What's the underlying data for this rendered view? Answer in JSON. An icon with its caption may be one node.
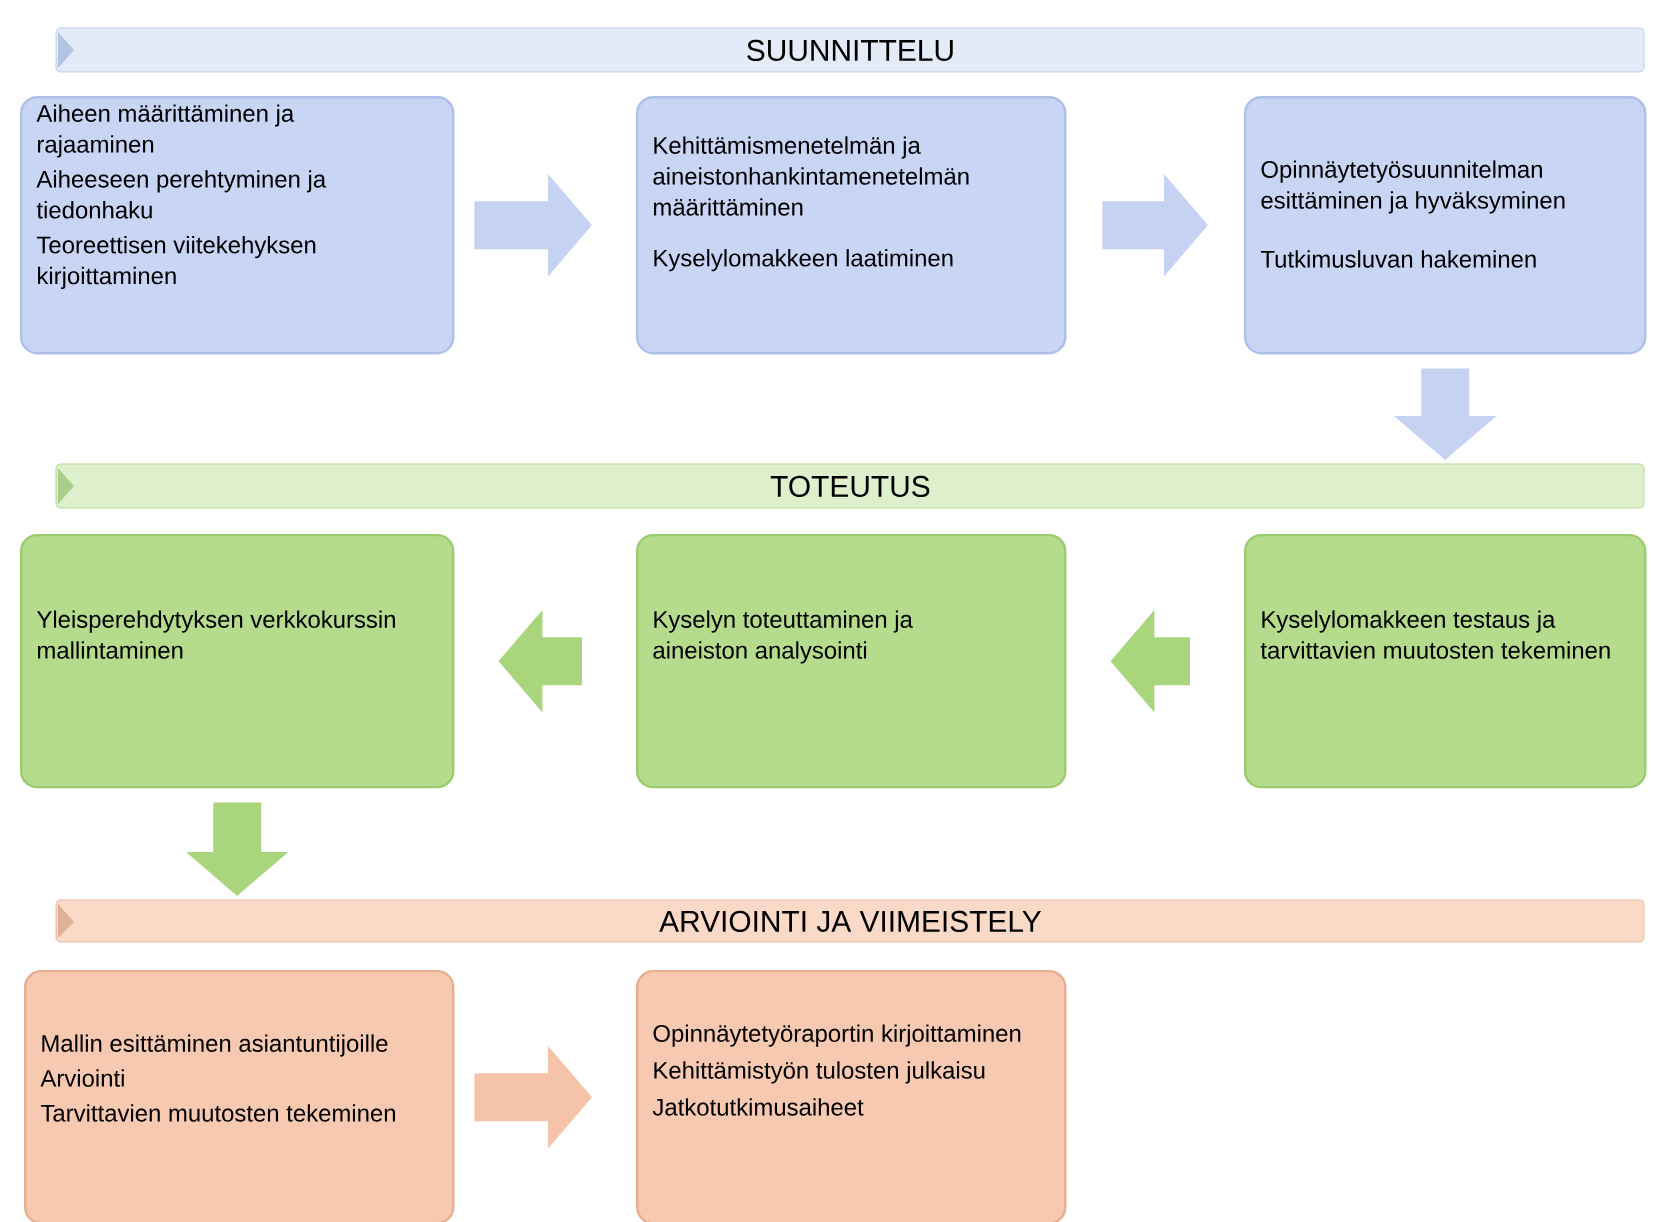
{
  "diagram": {
    "nodes": [
      {
        "text": [
          "SUUNNITTELU"
        ]
      },
      {
        "text": [
          "Aiheen määrittäminen ja rajaaminen",
          "Aiheeseen perehtyminen ja tiedonhaku",
          "Teoreettisen viitekehyksen kirjoittaminen"
        ]
      },
      {
        "text": [
          "Kehittämismenetelmän ja aineistonhankintamenetelmän määrittäminen",
          "Kyselylomakkeen laatiminen"
        ]
      },
      {
        "text": [
          "Opinnäytetyösuunnitelman esittäminen ja hyväksyminen",
          "Tutkimusluvan hakeminen"
        ]
      },
      {
        "text": [
          "TOTEUTUS"
        ]
      },
      {
        "text": [
          "Yleisperehdytyksen verkkokurssin mallintaminen"
        ]
      },
      {
        "text": [
          "Kyselyn toteuttaminen ja aineiston analysointi"
        ]
      },
      {
        "text": [
          "Kyselylomakkeen testaus ja tarvittavien muutosten tekeminen"
        ]
      },
      {
        "text": [
          "ARVIOINTI JA VIIMEISTELY"
        ]
      },
      {
        "text": [
          "Mallin esittäminen asiantuntijoille",
          "Arviointi",
          "Tarvittavien muutosten tekeminen"
        ]
      },
      {
        "text": [
          "Opinnäytetyöraportin kirjoittaminen",
          "Kehittämistyön tulosten julkaisu",
          "Jatkotutkimusaiheet"
        ]
      }
    ],
    "edges": [
      {
        "from": 1,
        "to": 2,
        "arrow": "to"
      },
      {
        "from": 2,
        "to": 3,
        "arrow": "to"
      },
      {
        "from": 3,
        "to": 4,
        "arrow": "to"
      },
      {
        "from": 7,
        "to": 6,
        "arrow": "to",
        "color": "#a9d67d"
      },
      {
        "from": 6,
        "to": 5,
        "arrow": "to",
        "color": "#a9d67d"
      },
      {
        "from": 5,
        "to": 8,
        "arrow": "to",
        "color": "#a9d67d"
      },
      {
        "from": 9,
        "to": 10,
        "arrow": "to",
        "color": "#f5c4a8"
      }
    ]
  }
}
